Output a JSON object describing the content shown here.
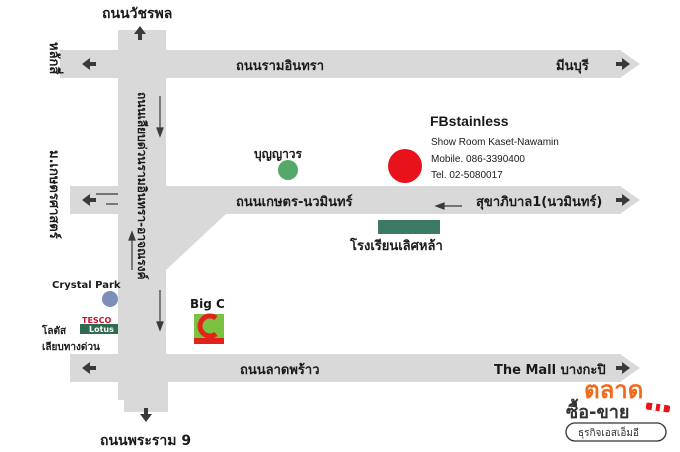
{
  "roads": {
    "north": "ถนนวัชรพล",
    "south": "ถนนพระราม 9",
    "ram_inthra": "ถนนรามอินทรา",
    "min_buri": "มีนบุรี",
    "lak_si": "หลักสี่",
    "kaset_nawamin": "ถนนเกษตร-นวมินทร์",
    "sukhaphiban1": "สุขาภิบาล1(นวมินทร์)",
    "kaset_sat": "ม.เกษตรศาสตร์",
    "bypass": "ถนนเลียบด่วนรามอินทรา-อาจณรงค์",
    "lat_phrao": "ถนนลาดพร้าว",
    "the_mall": "The Mall บางกะปิ"
  },
  "landmarks": {
    "bunyawat": "บุญญาวร",
    "school": "โรงเรียนเลิศหล้า",
    "crystal_park": "Crystal Park",
    "tesco_brand": "TESCO",
    "lotus_brand": "Lotus",
    "lotus_line1": "โลตัส",
    "lotus_line2": "เลียบทางด่วน",
    "bigc": "Big C"
  },
  "shop": {
    "name": "FBstainless",
    "line1": "Show Room Kaset-Nawamin",
    "line2": "Mobile. 086-3390400",
    "line3": "Tel. 02-5080017"
  },
  "logo": {
    "line1": "ตลาด",
    "line2": "ซื้อ-ขาย",
    "line3": "ธุรกิจเอสเอ็มอี"
  },
  "colors": {
    "road": "#d9d9d9",
    "arrow": "#3a3a3a",
    "shop_marker": "#e8121c",
    "park_marker": "#55a86a",
    "school_marker": "#3d7a66",
    "logo_orange": "#f26a1b"
  }
}
